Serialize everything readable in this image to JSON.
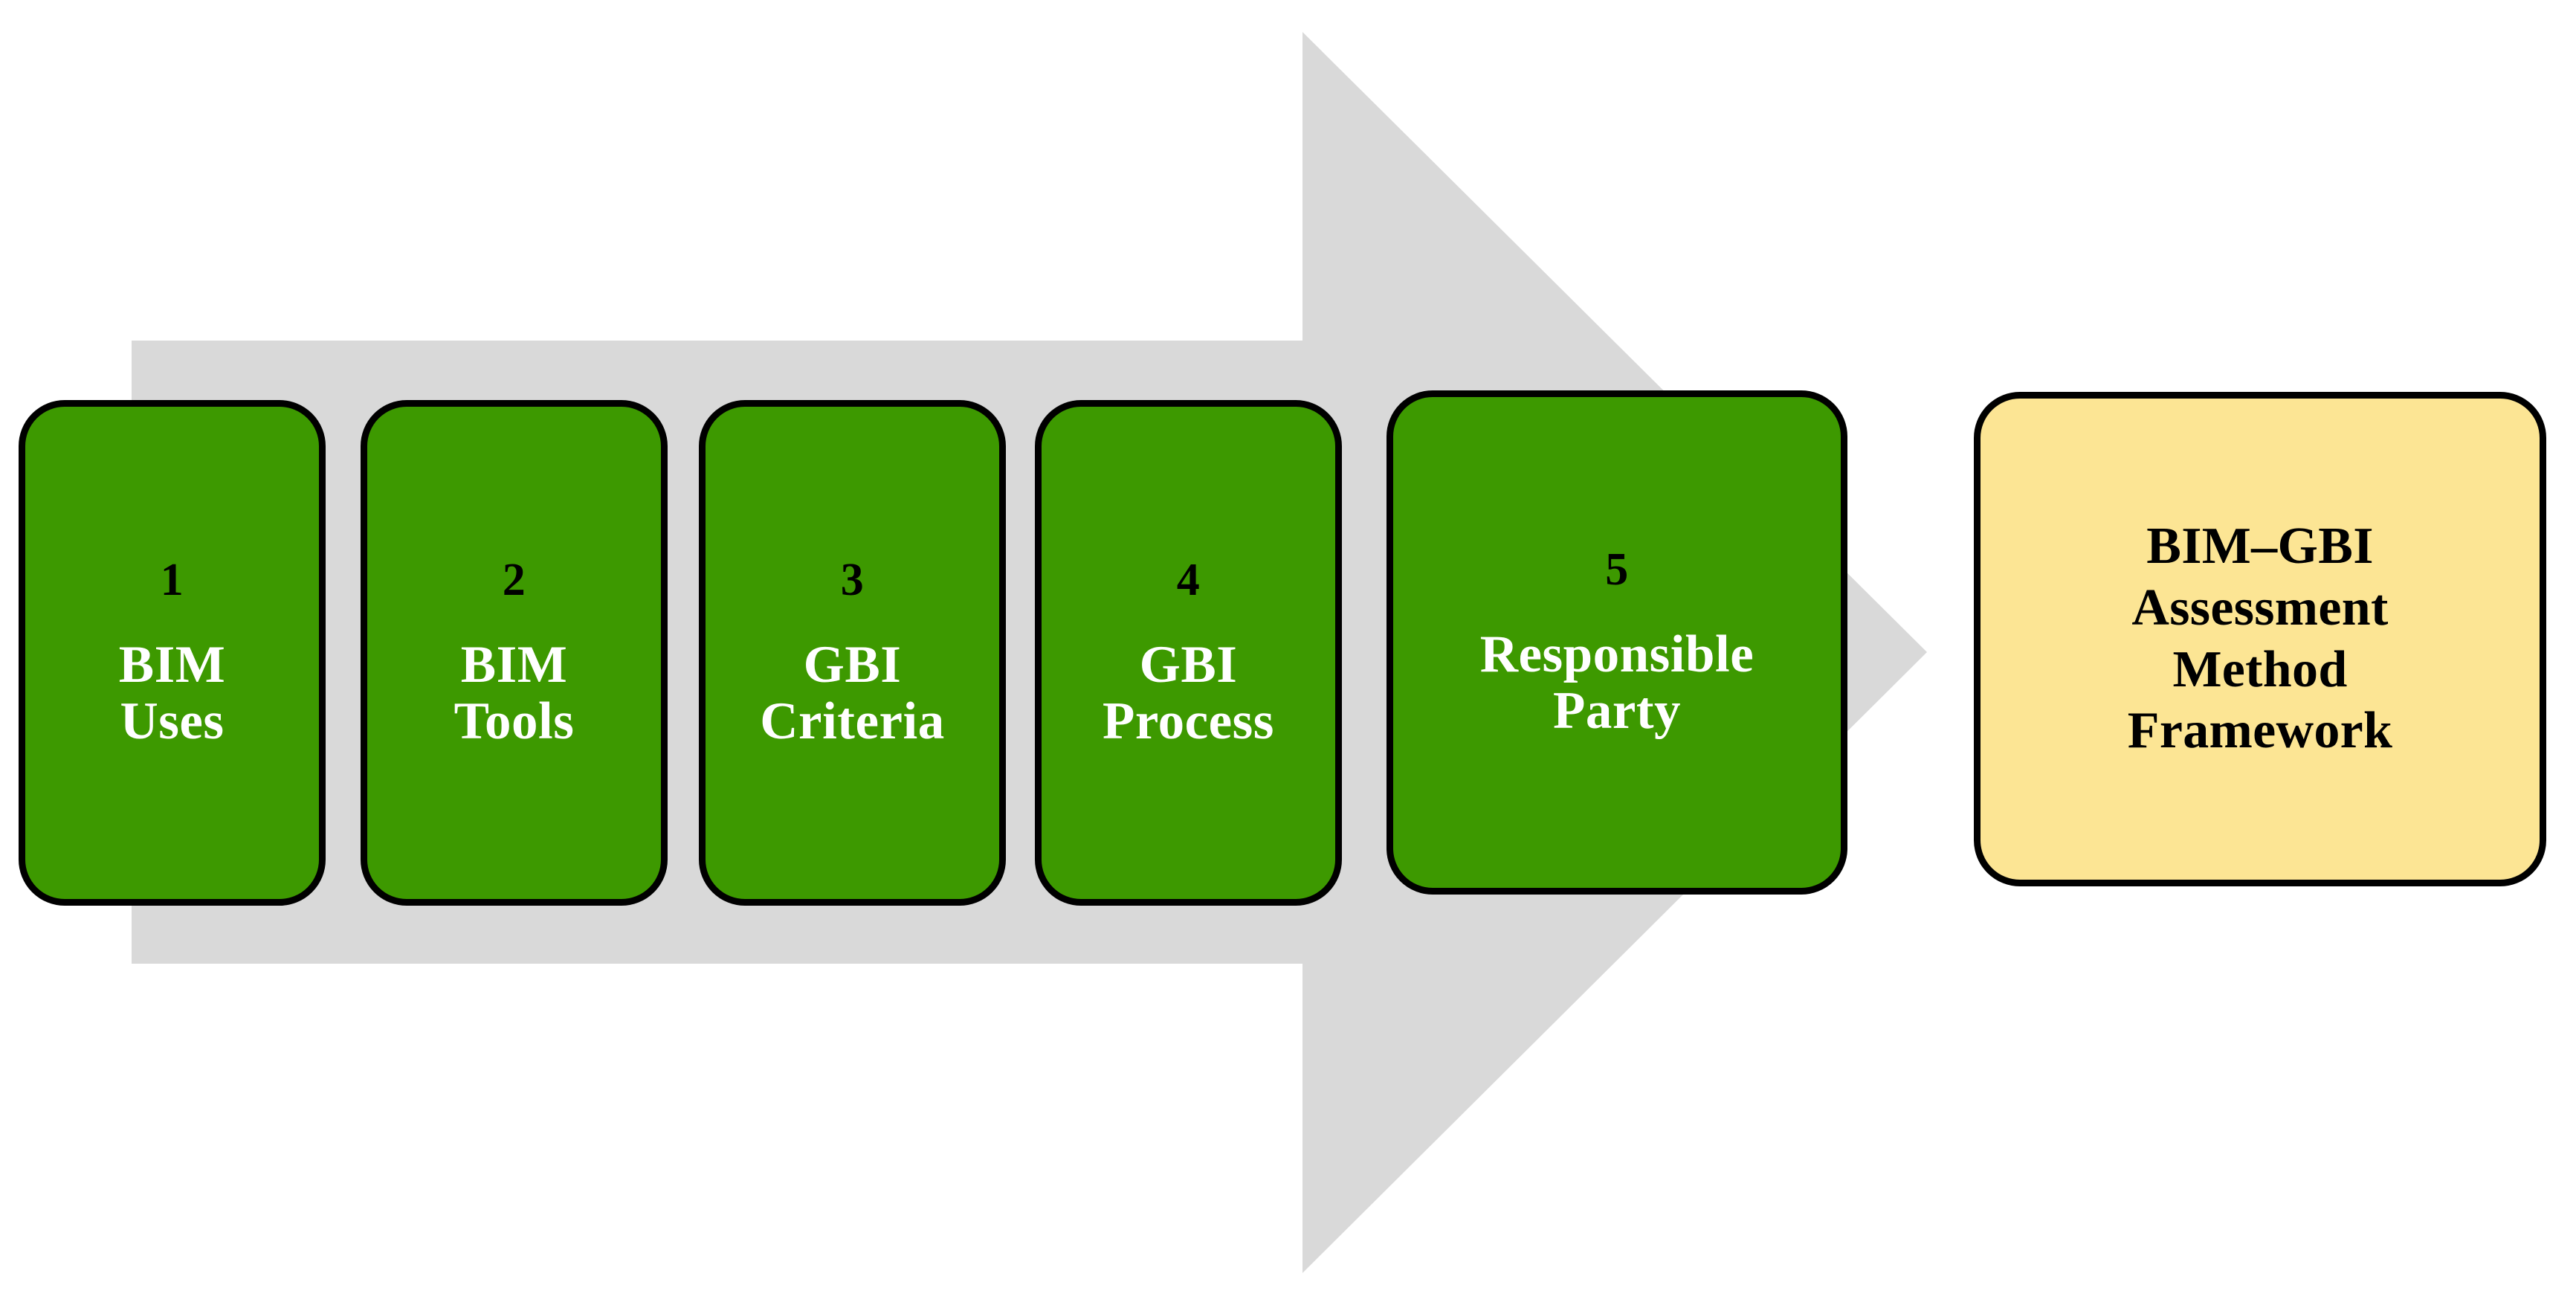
{
  "diagram": {
    "title": "BIM-GBI Assessment Method Framework process flow",
    "colors": {
      "stage_fill": "#3D9900",
      "stage_border": "#000000",
      "stage_number_text": "#000000",
      "stage_label_text": "#FFFFFF",
      "outcome_fill": "#FCE594",
      "outcome_border": "#000000",
      "outcome_text": "#000000",
      "arrow_fill": "#D9D9D9",
      "background": "#FFFFFF"
    },
    "arrow": {
      "name": "process-arrow",
      "direction": "right"
    },
    "stages": [
      {
        "number": "1",
        "label": "BIM\nUses"
      },
      {
        "number": "2",
        "label": "BIM\nTools"
      },
      {
        "number": "3",
        "label": "GBI\nCriteria"
      },
      {
        "number": "4",
        "label": "GBI\nProcess"
      },
      {
        "number": "5",
        "label": "Responsible\nParty"
      }
    ],
    "outcome": {
      "label": "BIM–GBI\nAssessment\nMethod\nFramework"
    }
  }
}
